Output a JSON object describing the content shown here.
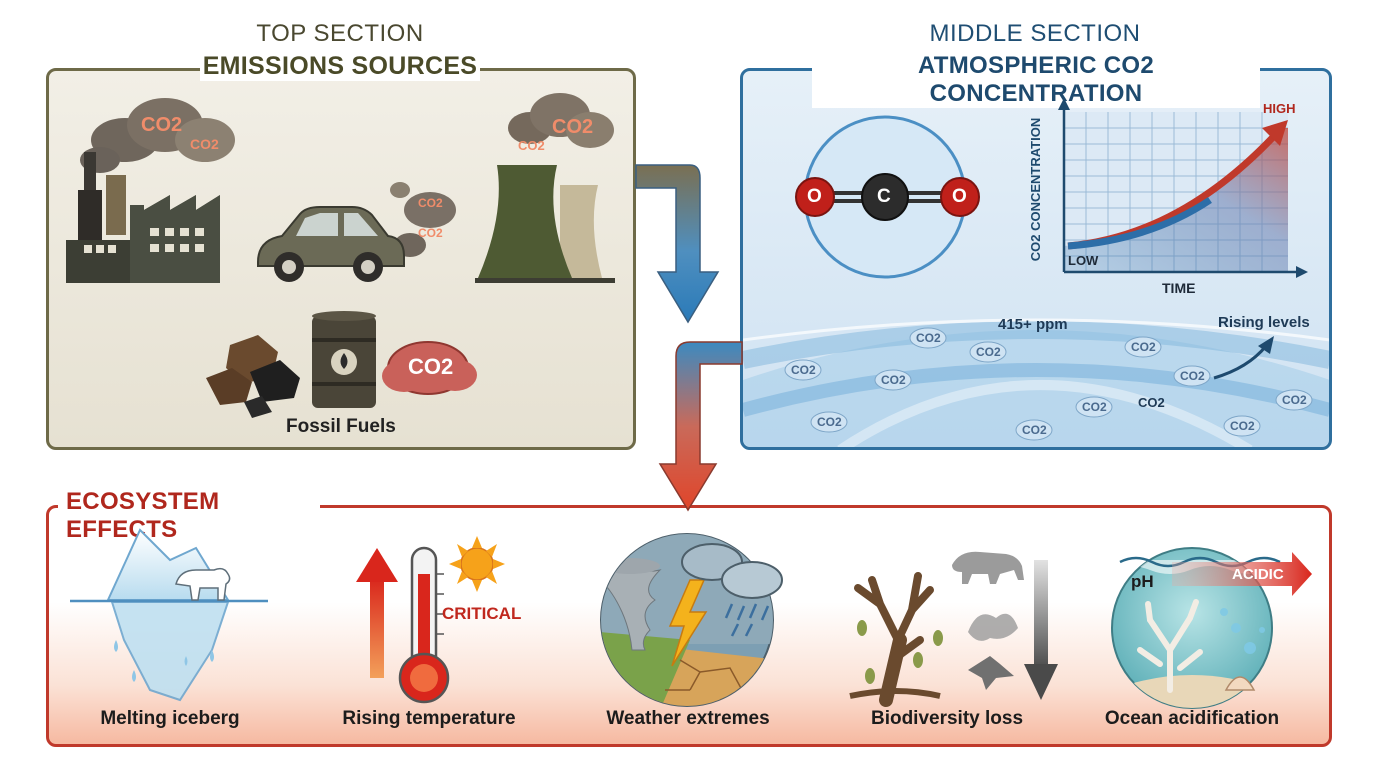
{
  "top_section": {
    "subtitle": "TOP SECTION",
    "title": "EMISSIONS SOURCES",
    "fossil_fuels_label": "Fossil Fuels",
    "co2_labels": [
      "CO2",
      "CO2",
      "CO2",
      "CO2",
      "CO2",
      "CO2",
      "CO2"
    ]
  },
  "middle_section": {
    "subtitle": "MIDDLE SECTION",
    "title": "ATMOSPHERIC CO2 CONCENTRATION",
    "molecule": {
      "left": "O",
      "center": "C",
      "right": "O"
    },
    "graph": {
      "y_label": "CO2 CONCENTRATION",
      "x_label": "TIME",
      "low_label": "LOW",
      "high_label": "HIGH"
    },
    "ppm_label": "415+ ppm",
    "rising_label": "Rising levels",
    "co2_bubble": "CO2"
  },
  "ecosystem": {
    "title": "ECOSYSTEM EFFECTS",
    "critical_label": "CRITICAL",
    "ph_label": "pH",
    "acidic_label": "ACIDIC",
    "effects": [
      {
        "label": "Melting iceberg"
      },
      {
        "label": "Rising temperature"
      },
      {
        "label": "Weather extremes"
      },
      {
        "label": "Biodiversity loss"
      },
      {
        "label": "Ocean acidification"
      }
    ]
  },
  "colors": {
    "top_border": "#6e6a48",
    "top_bg": "#ece8dc",
    "mid_border": "#2f6f9e",
    "mid_bg": "#d9e9f6",
    "eco_border": "#c0392b",
    "eco_title": "#b0271d"
  }
}
